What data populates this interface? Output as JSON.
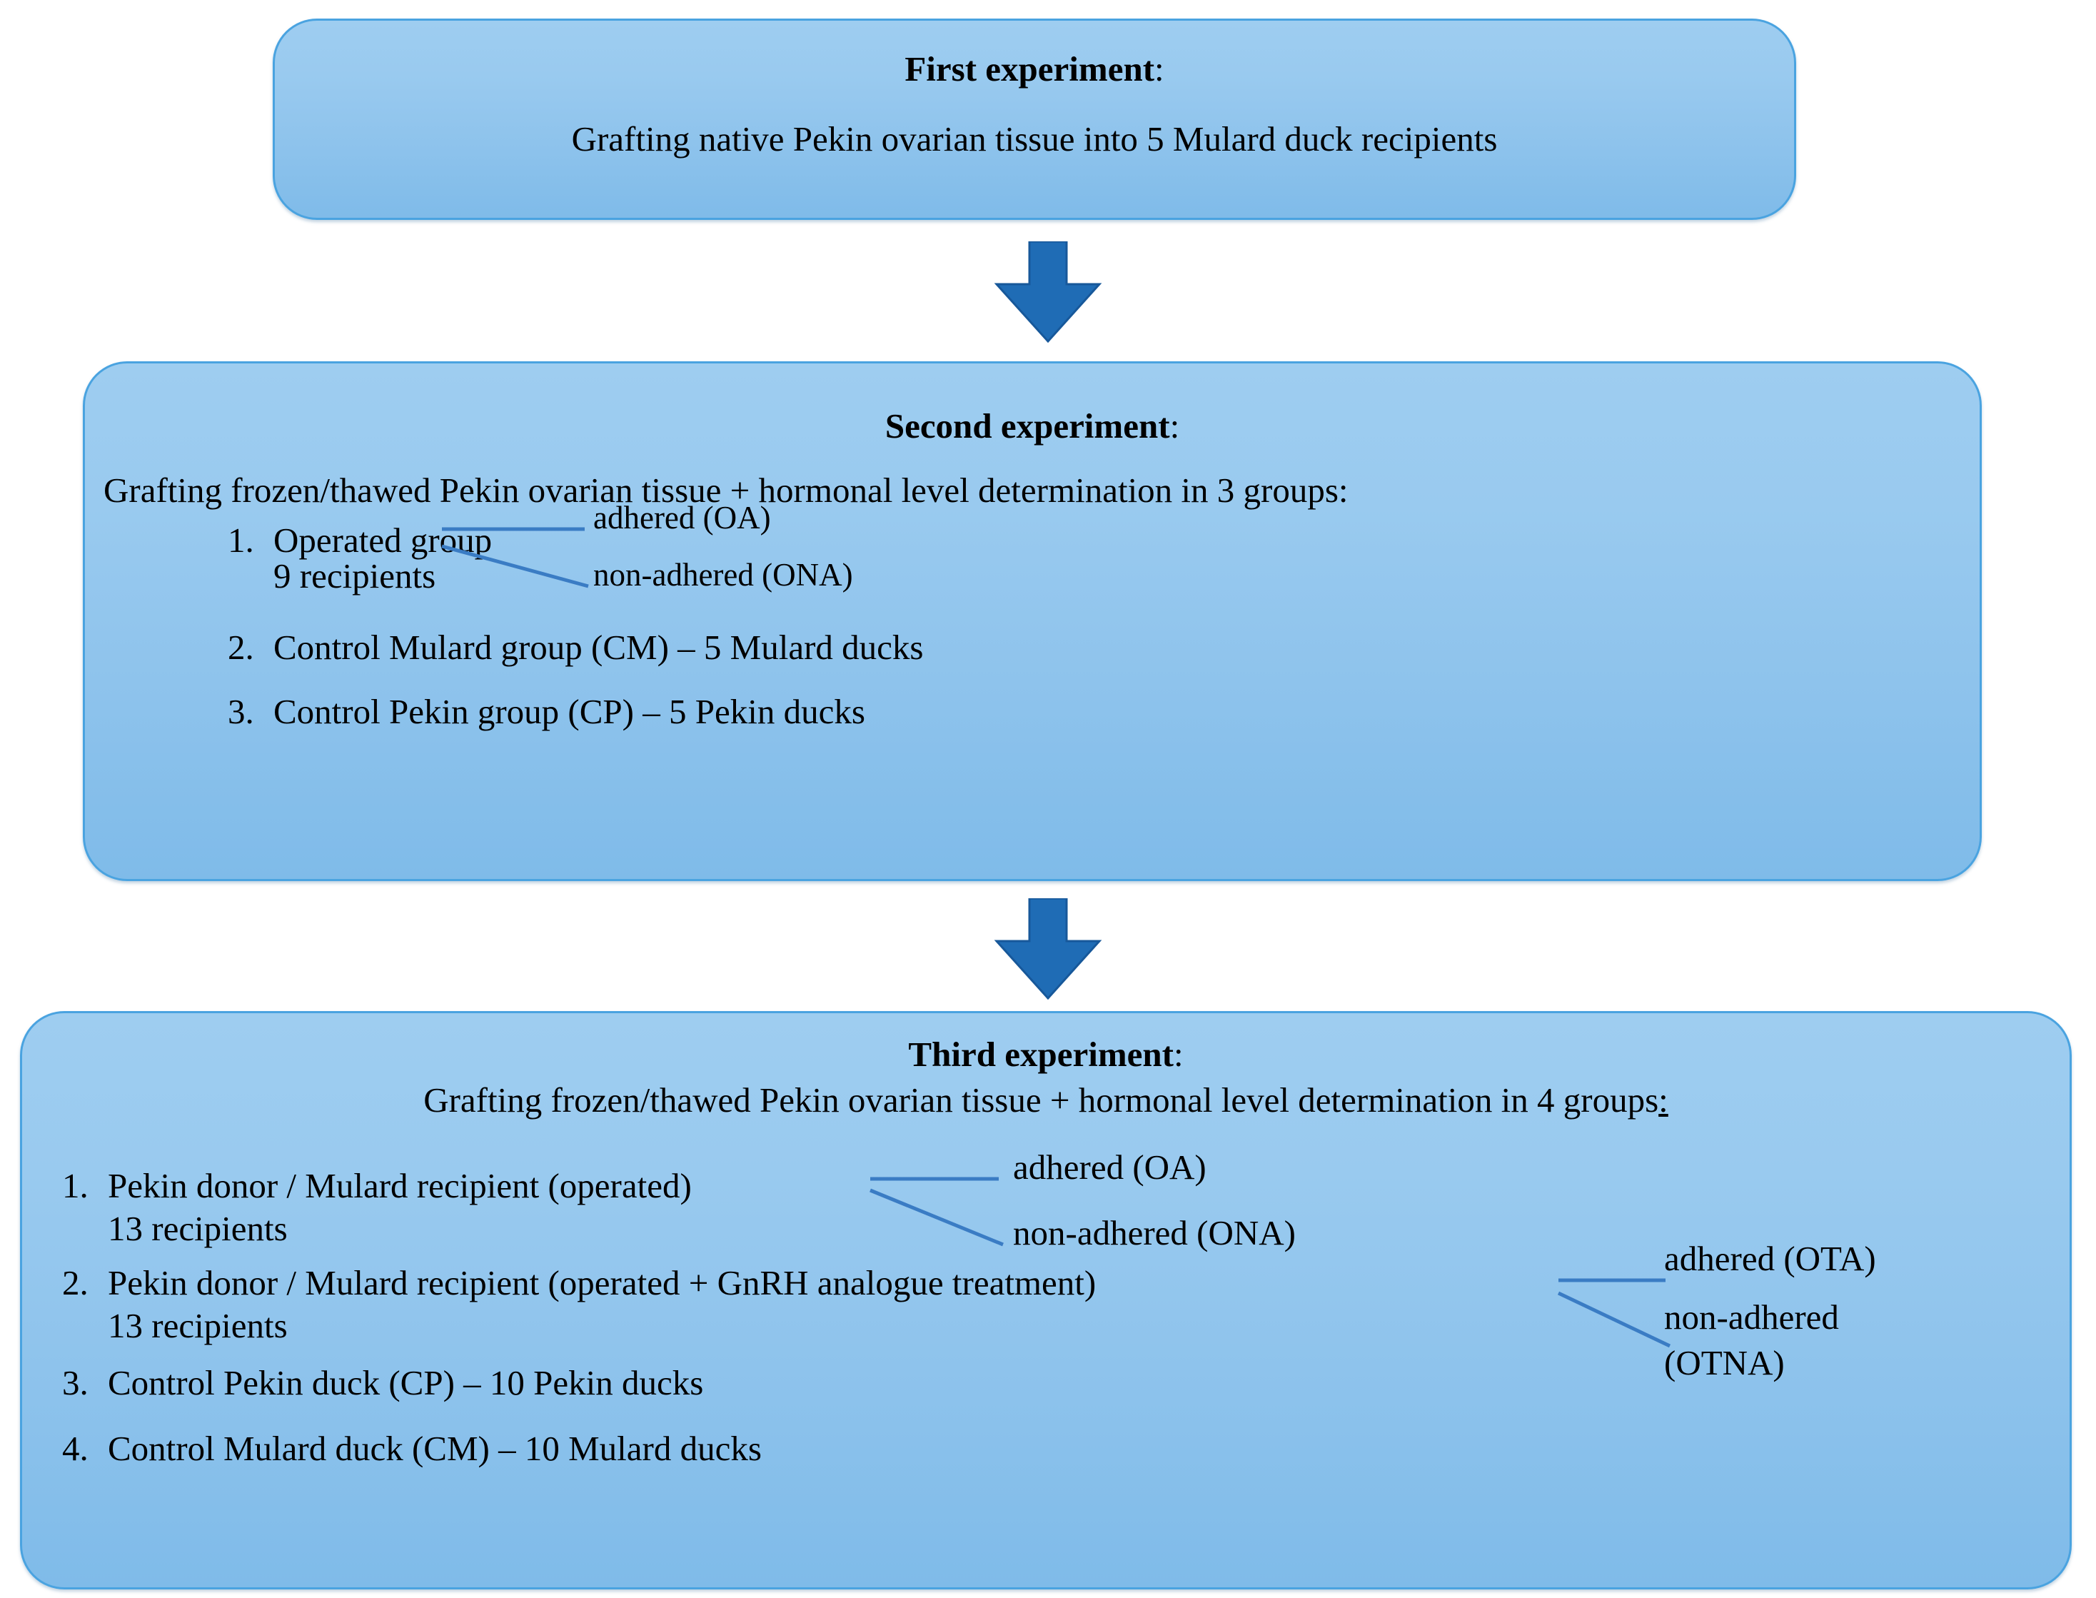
{
  "figure": {
    "type": "flowchart",
    "orientation": "vertical",
    "background_color": "#ffffff",
    "box_fill_color": "#93c7ee",
    "box_border_color": "#4aa3e0",
    "arrow_color": "#1f6cb5",
    "leader_line_color": "#3a7cc4",
    "text_color": "#000000"
  },
  "boxes": {
    "first": {
      "title": "First experiment",
      "title_suffix": ":",
      "line": "Grafting native Pekin ovarian tissue into 5 Mulard duck recipients"
    },
    "second": {
      "title": "Second experiment",
      "title_suffix": ":",
      "intro": "Grafting frozen/thawed Pekin ovarian tissue + hormonal level determination in 3 groups:",
      "items": [
        {
          "number": "1.",
          "text": "Operated group",
          "subtext": "9 recipients",
          "branches": [
            "adhered (OA)",
            "non-adhered (ONA)"
          ]
        },
        {
          "number": "2.",
          "text": "Control Mulard group (CM) – 5 Mulard ducks"
        },
        {
          "number": "3.",
          "text": "Control Pekin group (CP) – 5 Pekin ducks"
        }
      ]
    },
    "third": {
      "title": "Third experiment",
      "title_suffix": ":",
      "intro_main": "Grafting frozen/thawed Pekin ovarian tissue + hormonal level determination  in 4 groups",
      "intro_colon": ":",
      "items": [
        {
          "number": "1.",
          "text": "Pekin donor / Mulard recipient (operated)",
          "subtext": "13 recipients",
          "branches": [
            "adhered (OA)",
            "non-adhered (ONA)"
          ]
        },
        {
          "number": "2.",
          "text": "Pekin donor / Mulard recipient (operated + GnRH analogue treatment)",
          "subtext": "13 recipients",
          "branches": [
            "adhered (OTA)",
            "non-adhered",
            "(OTNA)"
          ]
        },
        {
          "number": "3.",
          "text": "Control Pekin duck (CP) – 10 Pekin ducks"
        },
        {
          "number": "4.",
          "text": "Control Mulard duck (CM) – 10 Mulard ducks"
        }
      ]
    }
  },
  "arrows": {
    "first_to_second": "down-arrow",
    "second_to_third": "down-arrow"
  }
}
